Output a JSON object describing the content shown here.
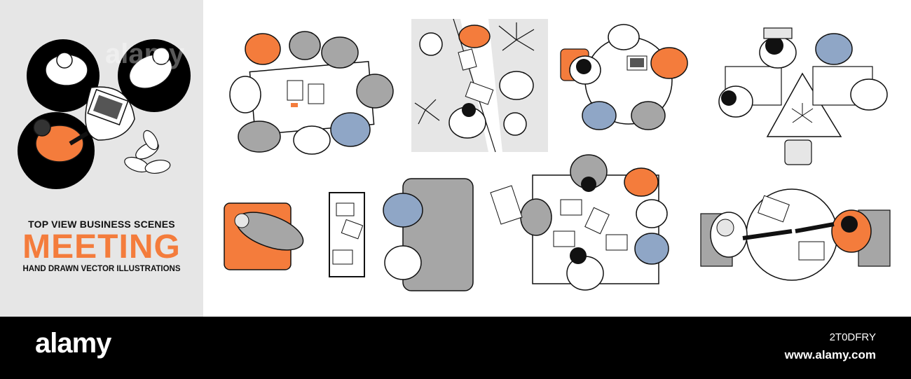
{
  "title": {
    "top_line": "TOP VIEW BUSINESS SCENES",
    "headline": "MEETING",
    "bottom_line": "HAND DRAWN VECTOR ILLUSTRATIONS"
  },
  "watermark": "alamy",
  "footer": {
    "brand": "alamy",
    "image_id": "2T0DFRY",
    "site": "www.alamy.com"
  },
  "colors": {
    "accent": "#f47c3c",
    "gray": "#a6a6a6",
    "blue": "#8fa6c6",
    "panel": "#e6e6e6",
    "footer": "#000000"
  }
}
